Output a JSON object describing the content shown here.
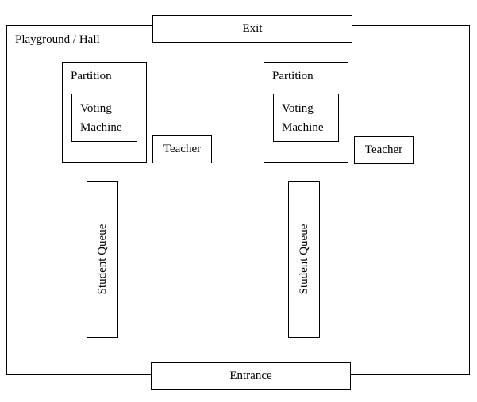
{
  "hall": {
    "label": "Playground / Hall"
  },
  "exit": {
    "label": "Exit"
  },
  "entrance": {
    "label": "Entrance"
  },
  "stations": [
    {
      "partition_label": "Partition",
      "machine_line1": "Voting",
      "machine_line2": "Machine",
      "teacher_label": "Teacher",
      "queue_label": "Student Queue"
    },
    {
      "partition_label": "Partition",
      "machine_line1": "Voting",
      "machine_line2": "Machine",
      "teacher_label": "Teacher",
      "queue_label": "Student Queue"
    }
  ]
}
